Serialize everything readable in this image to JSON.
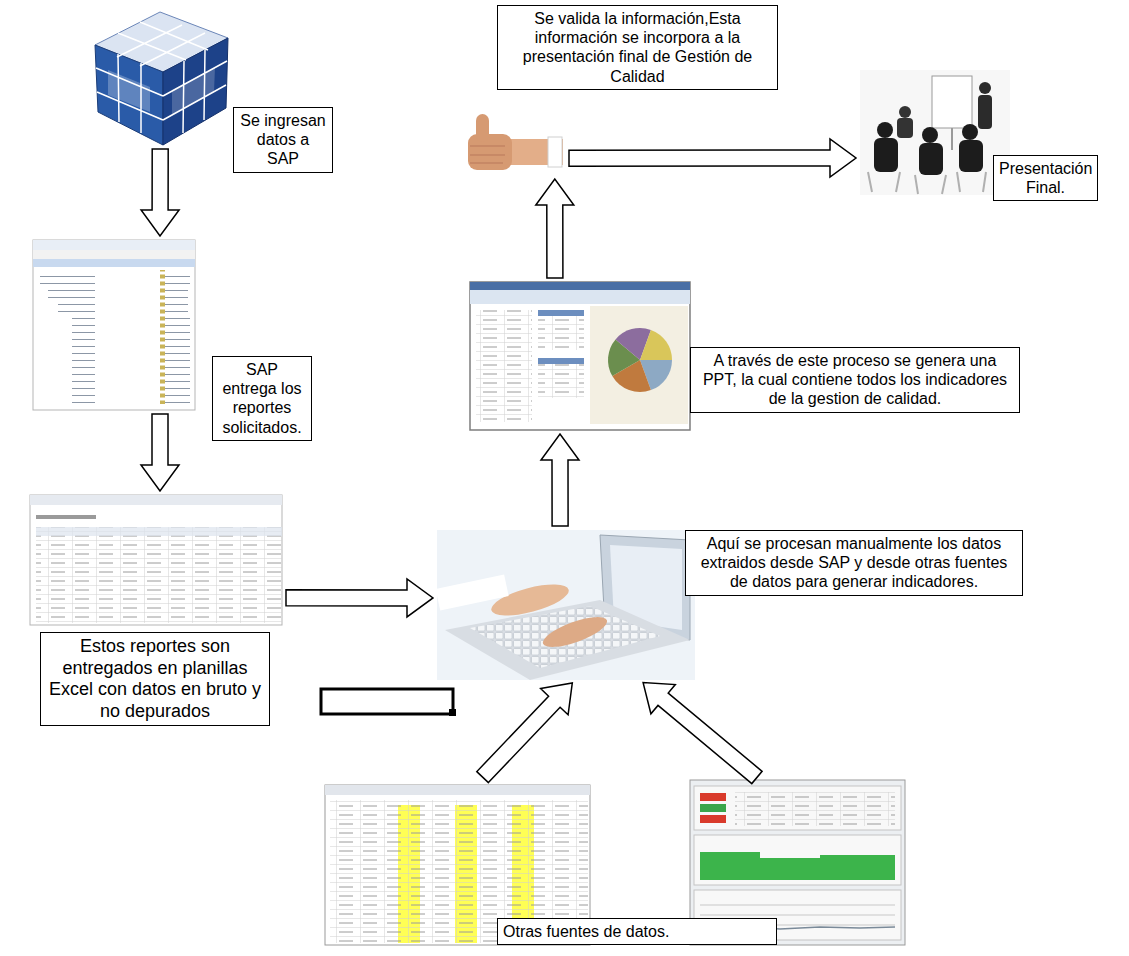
{
  "diagram": {
    "nodes": [
      {
        "text": [
          "Se ingresan datos a SAP"
        ]
      },
      {
        "text": [
          "SAP entrega los reportes solicitados."
        ]
      },
      {
        "text": [
          "Estos reportes son entregados en planillas Excel con datos en bruto y no depurados"
        ]
      },
      {
        "text": [
          "Aquí se procesan manualmente los datos extraidos desde SAP y desde otras fuentes de datos para generar indicadores."
        ]
      },
      {
        "text": [
          "A través de este proceso se genera una PPT, la cual contiene todos los indicadores de la gestion de calidad."
        ]
      },
      {
        "text": [
          "Se valida la información,Esta información se incorpora a la presentación final de Gestión de Calidad"
        ]
      },
      {
        "text": [
          "Presentación Final."
        ]
      },
      {
        "text": [
          "Otras fuentes de datos."
        ]
      }
    ],
    "edges": [
      {
        "from": 0,
        "to": 1,
        "arrow": "to"
      },
      {
        "from": 1,
        "to": 2,
        "arrow": "to"
      },
      {
        "from": 2,
        "to": 3,
        "arrow": "to"
      },
      {
        "from": 3,
        "to": 4,
        "arrow": "to"
      },
      {
        "from": 4,
        "to": 5,
        "arrow": "to"
      },
      {
        "from": 5,
        "to": 6,
        "arrow": "to"
      },
      {
        "from": 7,
        "to": 3,
        "arrow": "to"
      },
      {
        "from": 7,
        "to": 3,
        "arrow": "to"
      }
    ]
  }
}
